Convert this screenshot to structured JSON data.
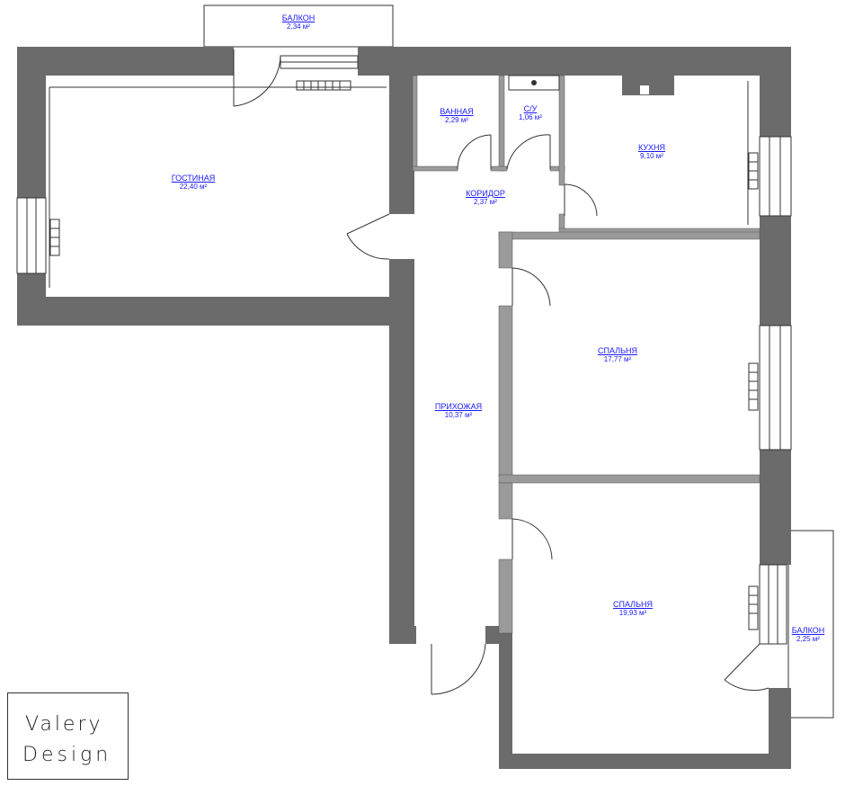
{
  "colors": {
    "wall": "#6b6b6b",
    "partition": "#9a9a9a",
    "label": "#1a1aff",
    "line": "#333333"
  },
  "rooms": {
    "balcony_top": {
      "name": "БАЛКОН",
      "area": "2,34 м²"
    },
    "living": {
      "name": "ГОСТИНАЯ",
      "area": "22,40 м²"
    },
    "bathroom": {
      "name": "ВАННАЯ",
      "area": "2,29 м²"
    },
    "toilet": {
      "name": "С/У",
      "area": "1,06 м²"
    },
    "kitchen": {
      "name": "КУХНЯ",
      "area": "9,10 м²"
    },
    "corridor": {
      "name": "КОРИДОР",
      "area": "2,37 м²"
    },
    "hallway": {
      "name": "ПРИХОЖАЯ",
      "area": "10,37 м²"
    },
    "bedroom1": {
      "name": "СПАЛЬНЯ",
      "area": "17,77 м²"
    },
    "bedroom2": {
      "name": "СПАЛЬНЯ",
      "area": "19,93 м²"
    },
    "balcony_right": {
      "name": "БАЛКОН",
      "area": "2,25 м²"
    }
  },
  "logo": {
    "line1": "Valery",
    "line2": "Design"
  }
}
